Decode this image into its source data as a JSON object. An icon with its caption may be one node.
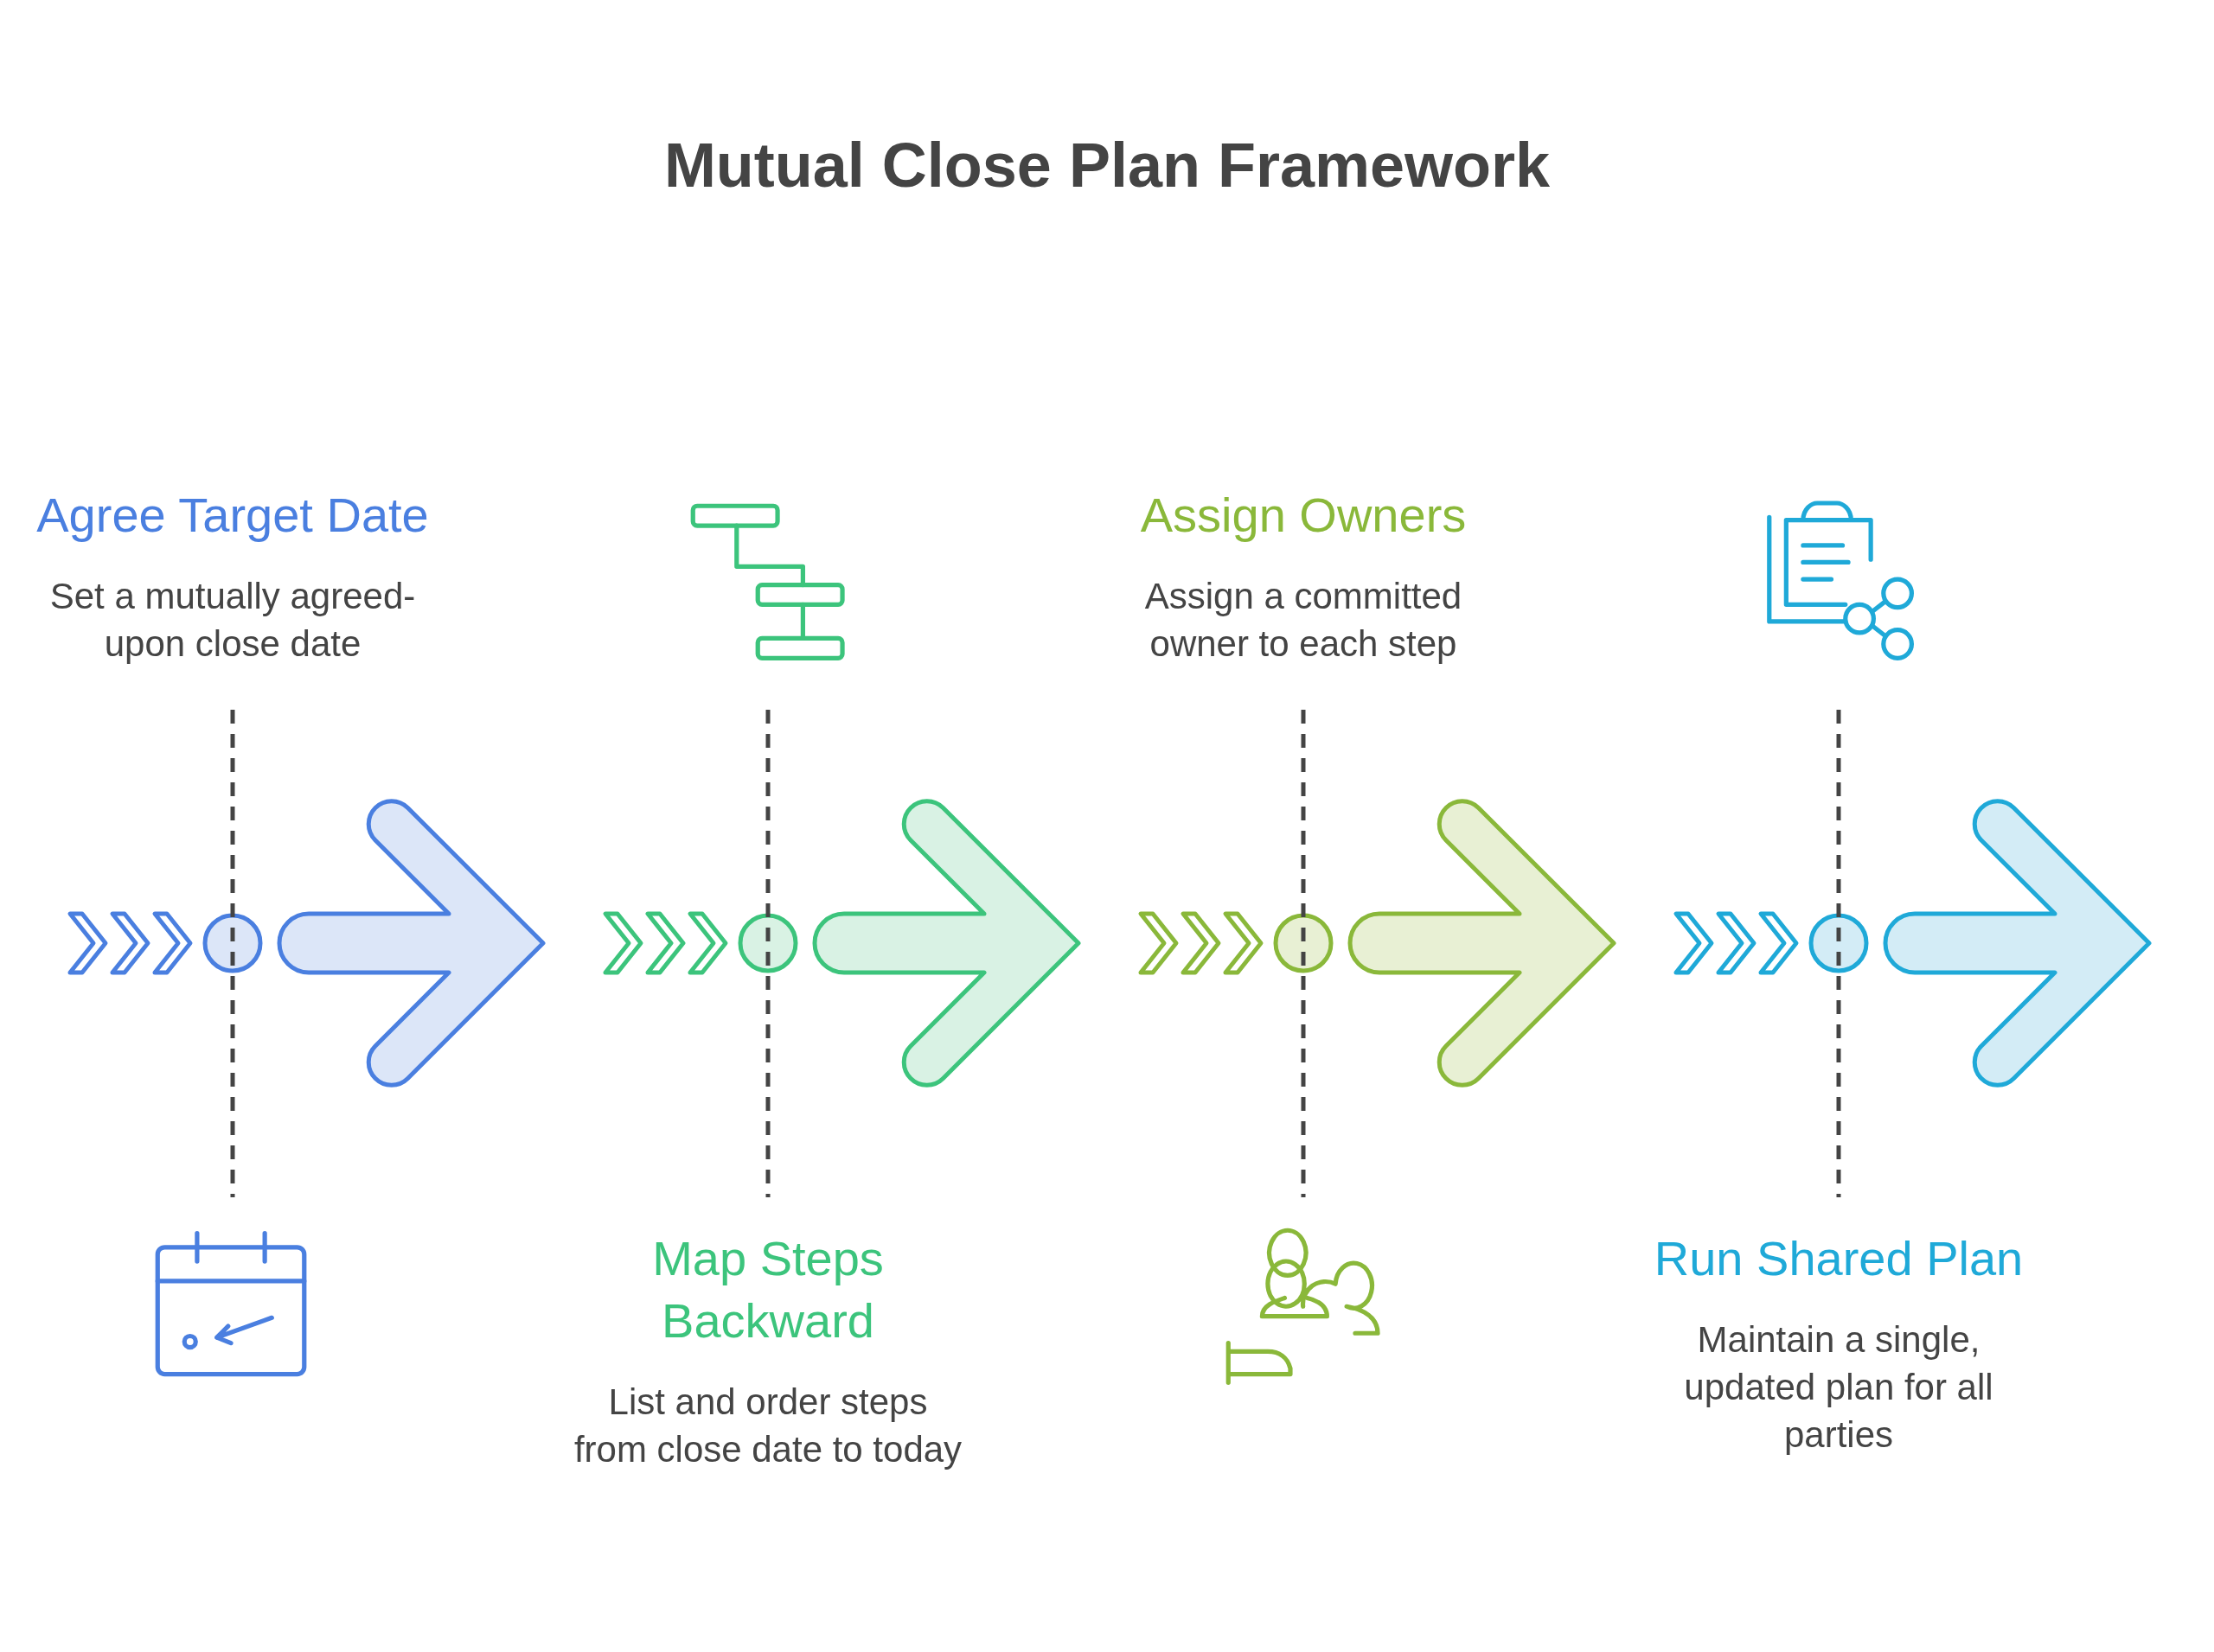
{
  "diagram": {
    "title": "Mutual Close Plan Framework",
    "nodes": [
      {
        "text": [
          "Agree Target Date",
          "Set a mutually agreed-upon close date"
        ]
      },
      {
        "text": [
          "Map Steps Backward",
          "List and order steps from close date to today"
        ]
      },
      {
        "text": [
          "Assign Owners",
          "Assign a committed owner to each step"
        ]
      },
      {
        "text": [
          "Run Shared Plan",
          "Maintain a single, updated plan for all parties"
        ]
      }
    ]
  }
}
